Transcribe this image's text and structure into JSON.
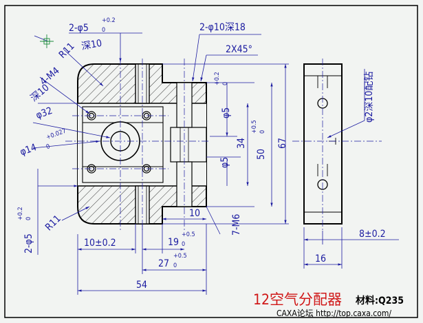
{
  "title": "12空气分配器",
  "material": "材料:Q235",
  "watermark": "CAXA论坛 http://top.caxa.com/",
  "dims": {
    "holes_small": "2-φ5",
    "holes_small_tol_up": "+0.2",
    "holes_small_tol_dn": "0",
    "holes_10": "2-φ10深18",
    "chamfer": "2X45°",
    "r11_top": "R11",
    "depth10": "深10",
    "m4": "4-M4",
    "m4_depth": "深10",
    "phi32": "φ32",
    "phi14": "φ14",
    "phi14_tol_up": "+0.027",
    "phi14_tol_dn": "0",
    "phi5_upper": "φ5",
    "phi5_upper_tol_up": "+0.2",
    "phi5_upper_tol_dn": "0",
    "phi5_lower": "φ5",
    "d34": "34",
    "d50": "50",
    "d50_tol_up": "+0.5",
    "d50_tol_dn": "0",
    "d67": "67",
    "d10": "10",
    "m6": "7-M6",
    "left_phi5": "2-φ5",
    "left_phi5_tol_up": "+0.2",
    "left_phi5_tol_dn": "0",
    "r11_bottom": "R11",
    "d10pm": "10±0.2",
    "d19": "19",
    "d19_tol_up": "+0.5",
    "d19_tol_dn": "0",
    "d27": "27",
    "d27_tol_up": "+0.5",
    "d27_tol_dn": "0",
    "d54": "54",
    "side_pin": "φ2深10配钻",
    "side_8": "8±0.2",
    "side_16": "16"
  }
}
